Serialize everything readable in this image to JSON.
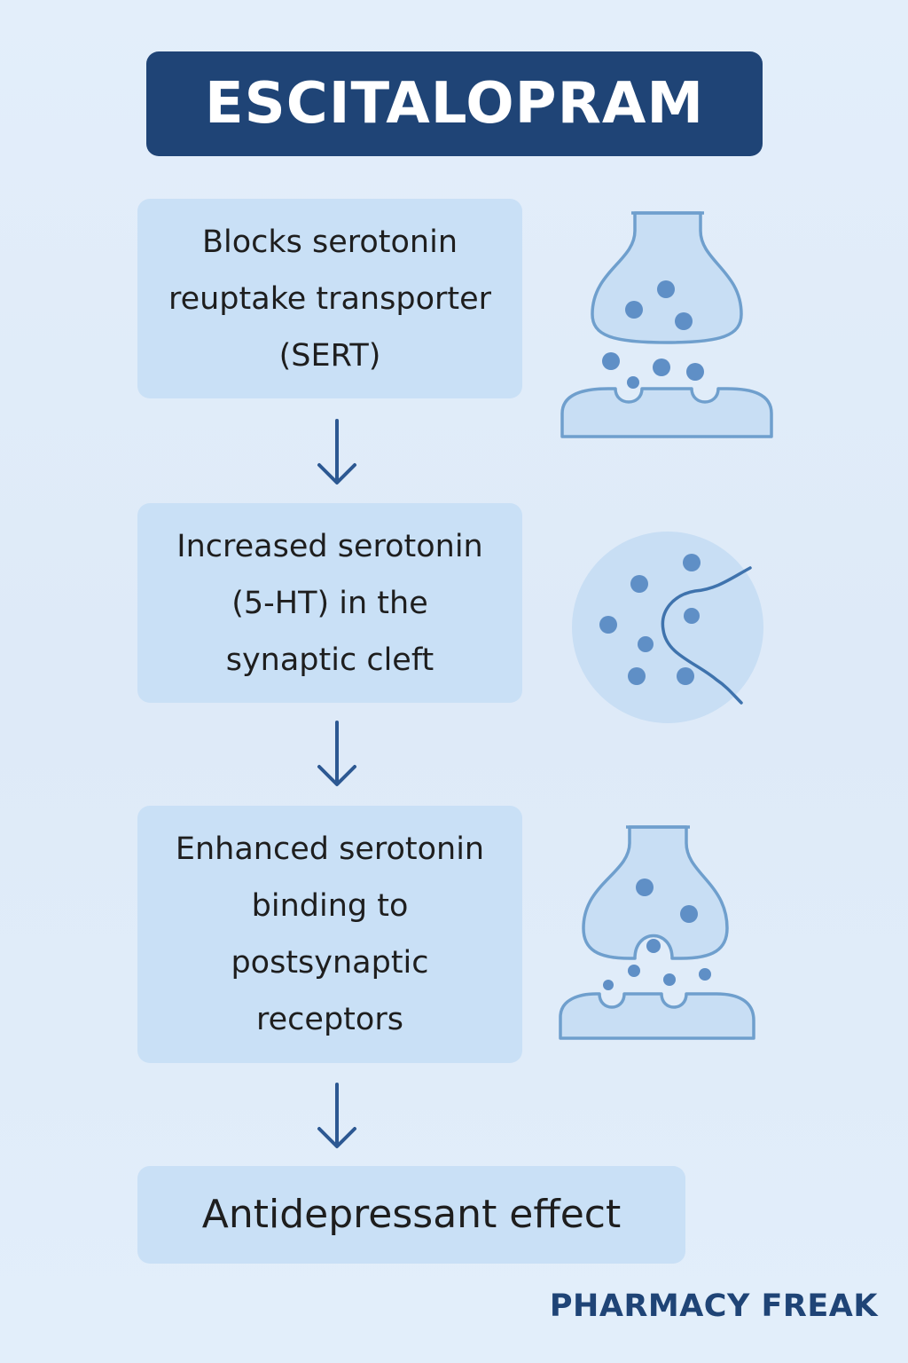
{
  "title": "ESCITALOPRAM",
  "steps": [
    {
      "text": "Blocks serotonin\nreuptake transporter\n(SERT)"
    },
    {
      "text": "Increased serotonin\n(5-HT) in the\nsynaptic cleft"
    },
    {
      "text": "Enhanced serotonin\nbinding to\npostsynaptic\nreceptors"
    },
    {
      "text": "Antidepressant effect"
    }
  ],
  "icons": [
    "synapse-reuptake-icon",
    "synaptic-cleft-closeup-icon",
    "receptor-binding-icon",
    "down-arrow-icon"
  ],
  "brand": "PHARMACY FREAK",
  "colors": {
    "title_bg": "#1f4476",
    "box_bg": "#c9e0f6",
    "icon_fill": "#c8def4",
    "icon_stroke": "#6f9fcd",
    "dot": "#5f8fc6",
    "arrow": "#2c5892"
  }
}
